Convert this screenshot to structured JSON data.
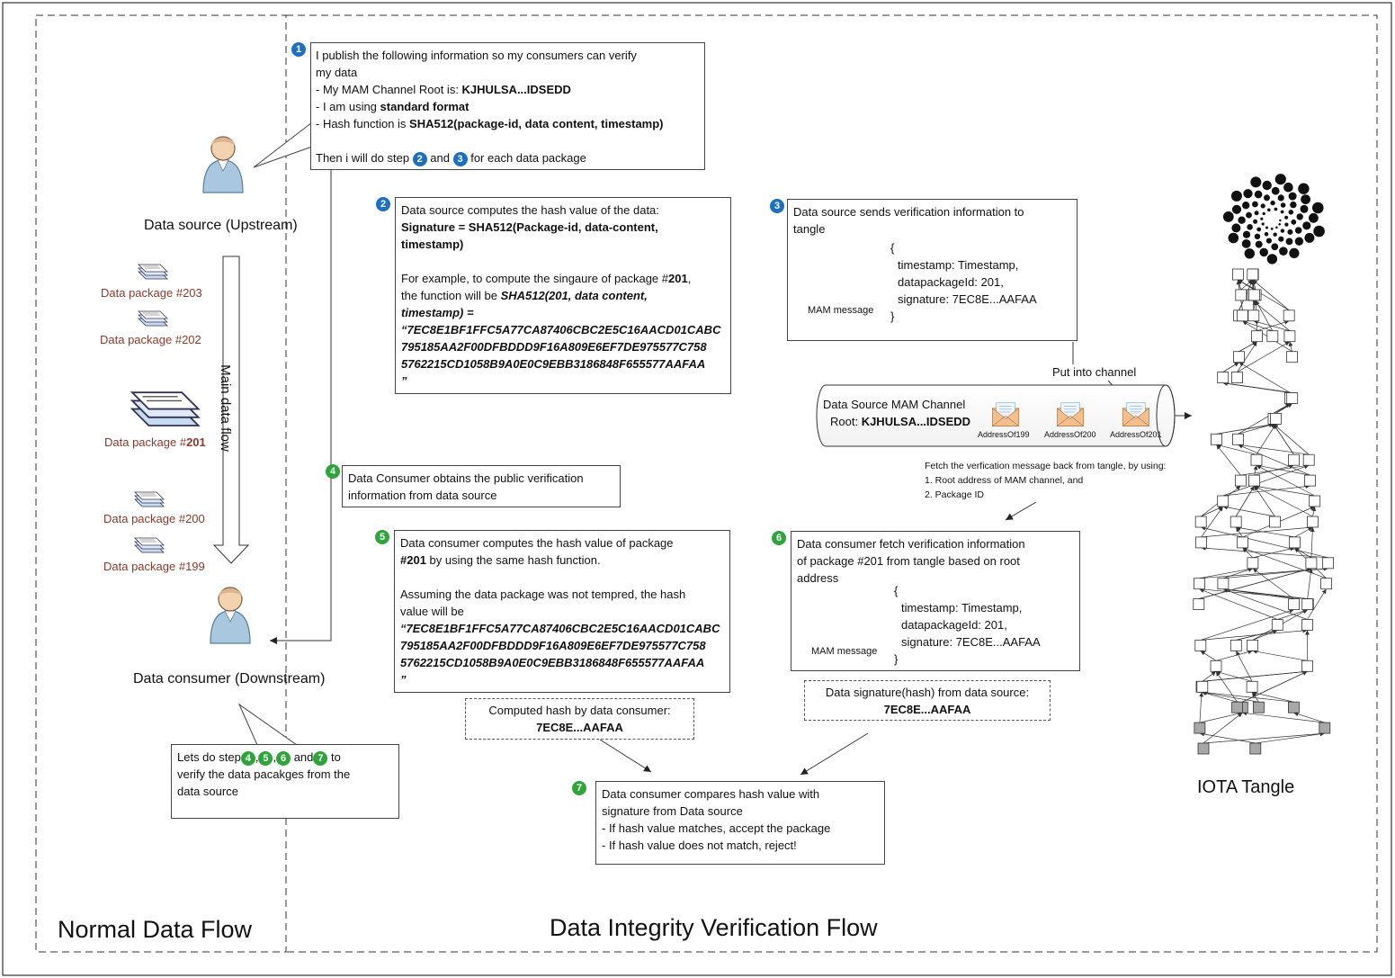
{
  "sections": {
    "left_title": "Normal Data Flow",
    "right_title": "Data Integrity Verification Flow",
    "tangle_title": "IOTA Tangle"
  },
  "actors": {
    "source": "Data source (Upstream)",
    "consumer": "Data consumer (Downstream)"
  },
  "packages": [
    "Data package #203",
    "Data package #202",
    "Data package #",
    "Data package #200",
    "Data package #199"
  ],
  "package_201_bold": "201",
  "main_flow_label": "Main data flow",
  "step1": {
    "badge": "1",
    "line1": "I publish the following information so my consumers can verify",
    "line2": "my data",
    "bullet1_pre": " - My MAM Channel Root is: ",
    "bullet1_val": "KJHULSA...IDSEDD",
    "bullet2_pre": " - I am using ",
    "bullet2_val": "standard format",
    "bullet3_pre": " - Hash function is ",
    "bullet3_val": "SHA512(package-id, data content, timestamp)",
    "then_pre": "Then i will do step ",
    "then_mid": " and ",
    "then_post": " for each data package",
    "ref_a": "2",
    "ref_b": "3"
  },
  "step2": {
    "badge": "2",
    "line1": "Data source computes the hash value of the data:",
    "sig_line": "Signature = SHA512(Package-id, data-content,",
    "sig_line2": "timestamp)",
    "ex1_pre": "For example, to compute the singaure of package #",
    "ex1_val": "201",
    "ex1_post": ",",
    "ex2_pre": "the function will be ",
    "ex2_val": "SHA512(201, data content,",
    "ex3": "timestamp) =",
    "hash1": "“7EC8E1BF1FFC5A77CA87406CBC2E5C16AACD01CABC",
    "hash2": "795185AA2F00DFBDDD9F16A809E6EF7DE975577C758",
    "hash3": "5762215CD1058B9A0E0C9EBB3186848F655577AAFAA",
    "hash4": "”"
  },
  "step3": {
    "badge": "3",
    "line1": "Data source sends verification information to",
    "line2": "tangle",
    "mam_label": "MAM message",
    "json_open": "{",
    "json1": "timestamp: Timestamp,",
    "json2": "datapackageId: 201,",
    "json3": "signature: 7EC8E...AAFAA",
    "json_close": "}"
  },
  "channel": {
    "put_label": "Put into channel",
    "title": "Data Source MAM Channel",
    "root_pre": "Root: ",
    "root_val": "KJHULSA...IDSEDD",
    "addrs": [
      "AddressOf199",
      "AddressOf200",
      "AddressOf201"
    ]
  },
  "fetch_note": {
    "line1": "Fetch the verfication message back from tangle, by using:",
    "line2": "1. Root address of MAM channel, and",
    "line3": "2. Package ID"
  },
  "step4": {
    "badge": "4",
    "line1": "Data Consumer obtains the public verification",
    "line2": "information from data source"
  },
  "step5": {
    "badge": "5",
    "line1": "Data consumer computes the hash value of package",
    "line2_val": "#201",
    "line2_post": " by using the same hash function.",
    "line3": "Assuming the data package was not tempred, the hash",
    "line4": "value will be",
    "hash1": "“7EC8E1BF1FFC5A77CA87406CBC2E5C16AACD01CABC",
    "hash2": "795185AA2F00DFBDDD9F16A809E6EF7DE975577C758",
    "hash3": "5762215CD1058B9A0E0C9EBB3186848F655577AAFAA",
    "hash4": "”"
  },
  "step6": {
    "badge": "6",
    "line1": "Data consumer fetch  verification information",
    "line2": "of package #201 from tangle based on root",
    "line3": "address",
    "mam_label": "MAM message",
    "json_open": "{",
    "json1": "timestamp: Timestamp,",
    "json2": "datapackageId: 201,",
    "json3": "signature: 7EC8E...AAFAA",
    "json_close": "}"
  },
  "computed_hash": {
    "label": "Computed hash by data consumer:",
    "value": "7EC8E...AAFAA"
  },
  "source_sig": {
    "label": "Data signature(hash) from data source:",
    "value": "7EC8E...AAFAA"
  },
  "step7": {
    "badge": "7",
    "line1": "Data consumer compares hash value with",
    "line2": "signature from Data source",
    "line3": "- If hash value matches, accept the package",
    "line4": "- If hash value does not match, reject!"
  },
  "consumer_note": {
    "pre": "Lets do step",
    "sep1": ",",
    "sep2": ",",
    "and": "and",
    "to": "to",
    "line2": "verify the data pacakges from the",
    "line3": "data source",
    "refs": [
      "4",
      "5",
      "6",
      "7"
    ]
  },
  "colors": {
    "blue_badge": "#1f6fc0",
    "green_badge": "#2ea43a",
    "package_label": "#8b3a2a",
    "person_body": "#a9c8e0",
    "envelope": "#e8a56e"
  }
}
